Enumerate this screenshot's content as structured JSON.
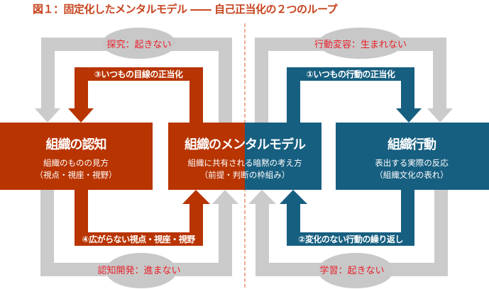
{
  "title": "図１：固定化したメンタルモデル ―― 自己正当化の２つのループ",
  "colors": {
    "red": "#b83400",
    "blue": "#175f80",
    "grey": "#cbcbcb",
    "label_red": "#e8202a"
  },
  "boxes": {
    "cognition": {
      "title": "組織の認知",
      "line1": "組織のものの見方",
      "line2": "（視点・視座・視野）"
    },
    "mental_model": {
      "title": "組織のメンタルモデル",
      "line1": "組織に共有される暗黙の考え方",
      "line2": "（前提・判断の枠組み）"
    },
    "behavior": {
      "title": "組織行動",
      "line1": "表出する実際の反応",
      "line2": "（組織文化の表れ）"
    }
  },
  "loops": {
    "loop1": "①いつもの行動の正当化",
    "loop2": "②変化のない行動の繰り返し",
    "loop3": "③いつもの目線の正当化",
    "loop4": "④広がらない視点・視座・視野"
  },
  "outcomes": {
    "inquiry": "探究：起きない",
    "behavior_change": "行動変容：生まれない",
    "cognitive_dev": "認知開発：進まない",
    "learning": "学習：起きない"
  }
}
